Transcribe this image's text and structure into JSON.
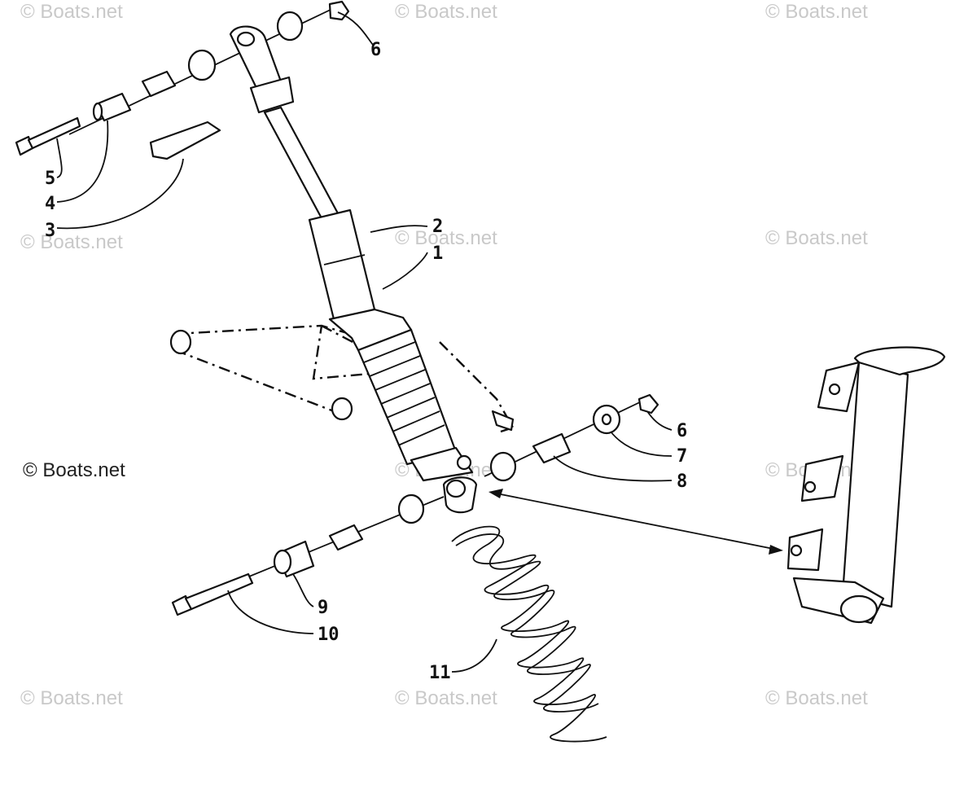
{
  "callouts": {
    "c1": "1",
    "c2": "2",
    "c3": "3",
    "c4": "4",
    "c5": "5",
    "c6a": "6",
    "c6b": "6",
    "c7": "7",
    "c8": "8",
    "c9": "9",
    "c10": "10",
    "c11": "11"
  },
  "watermark": {
    "text": "© Boats.net",
    "main": "© Boats.net"
  }
}
